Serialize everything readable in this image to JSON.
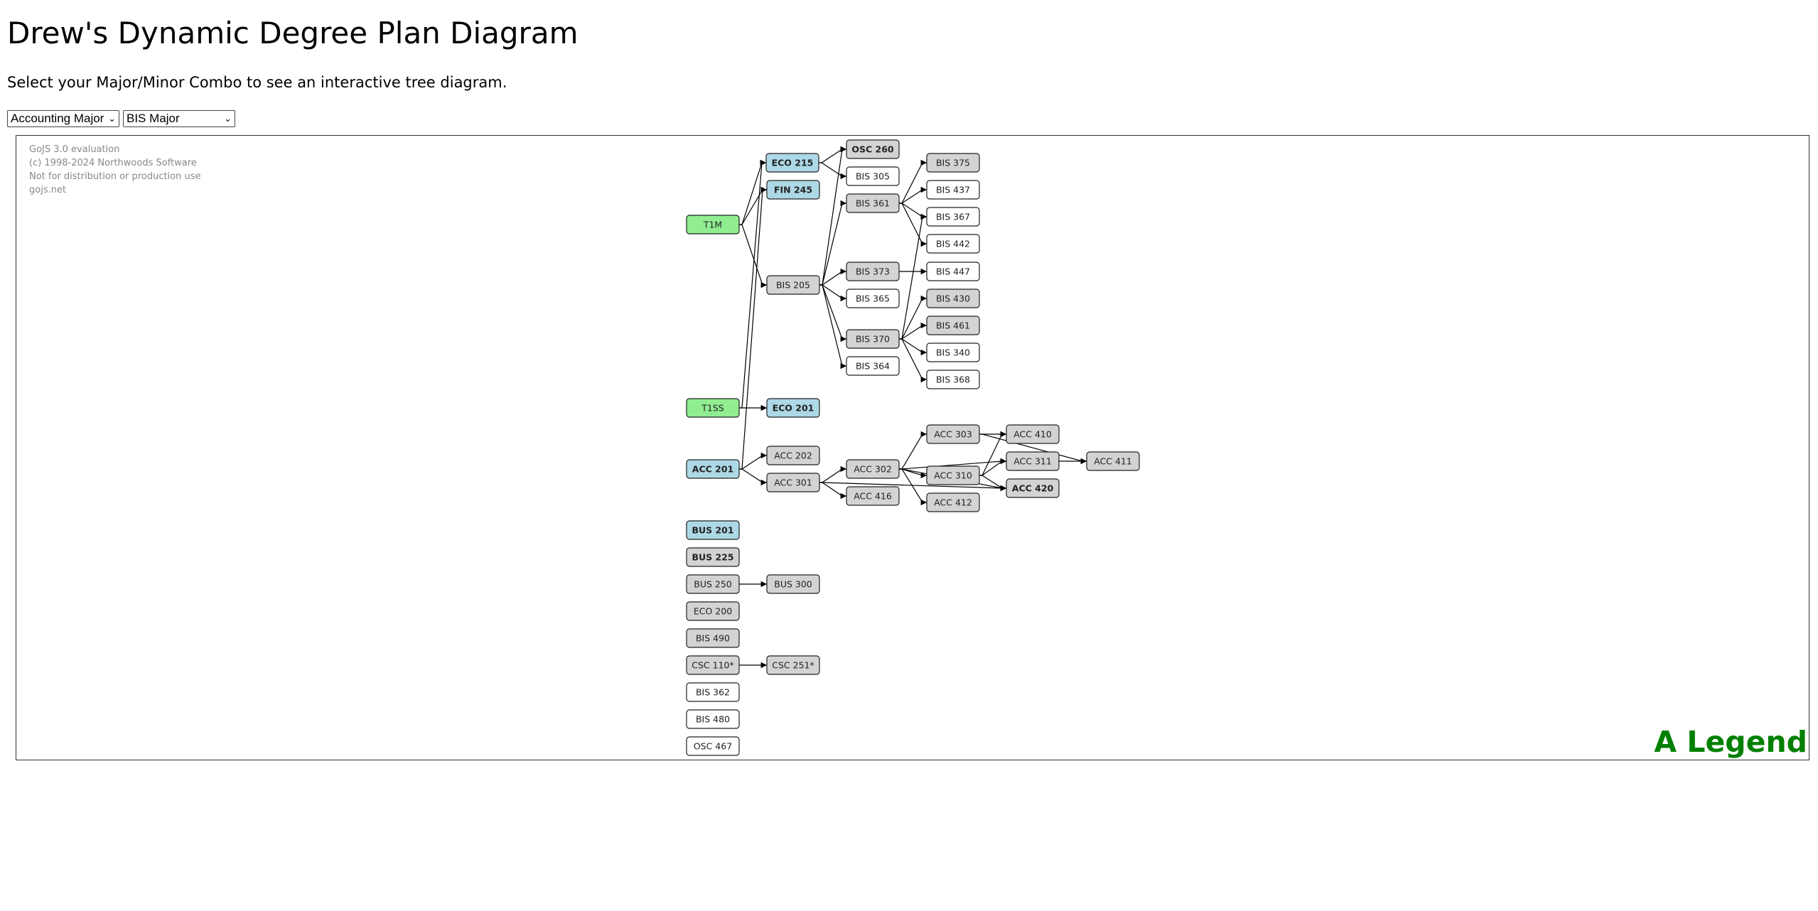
{
  "page": {
    "title": "Drew's Dynamic Degree Plan Diagram",
    "intro": "Select your Major/Minor Combo to see an interactive tree diagram."
  },
  "controls": {
    "major": "Accounting Major",
    "minor": "BIS Major"
  },
  "diagram": {
    "watermark": [
      "GoJS 3.0 evaluation",
      "(c) 1998-2024 Northwoods Software",
      "Not for distribution or production use",
      "gojs.net"
    ],
    "legend_label": "A Legend",
    "legend_color": "#008000",
    "colors": {
      "green": "#90ee90",
      "blue": "#add8e6",
      "gray": "#d3d3d3",
      "white": "#ffffff"
    },
    "nodes": [
      {
        "id": "T1M",
        "label": "T1M",
        "fill": "green",
        "bold": false
      },
      {
        "id": "T1SS",
        "label": "T1SS",
        "fill": "green",
        "bold": false
      },
      {
        "id": "ACC201",
        "label": "ACC 201",
        "fill": "blue",
        "bold": true
      },
      {
        "id": "BUS201",
        "label": "BUS 201",
        "fill": "blue",
        "bold": true
      },
      {
        "id": "BUS225",
        "label": "BUS 225",
        "fill": "gray",
        "bold": true
      },
      {
        "id": "BUS250",
        "label": "BUS 250",
        "fill": "gray",
        "bold": false
      },
      {
        "id": "ECO200",
        "label": "ECO 200",
        "fill": "gray",
        "bold": false
      },
      {
        "id": "BIS490",
        "label": "BIS 490",
        "fill": "gray",
        "bold": false
      },
      {
        "id": "CSC110",
        "label": "CSC 110*",
        "fill": "gray",
        "bold": false
      },
      {
        "id": "BIS362",
        "label": "BIS 362",
        "fill": "white",
        "bold": false
      },
      {
        "id": "BIS480",
        "label": "BIS 480",
        "fill": "white",
        "bold": false
      },
      {
        "id": "OSC467",
        "label": "OSC 467",
        "fill": "white",
        "bold": false
      },
      {
        "id": "ECO215",
        "label": "ECO 215",
        "fill": "blue",
        "bold": true
      },
      {
        "id": "FIN245",
        "label": "FIN 245",
        "fill": "blue",
        "bold": true
      },
      {
        "id": "BIS205",
        "label": "BIS 205",
        "fill": "gray",
        "bold": false
      },
      {
        "id": "ECO201",
        "label": "ECO 201",
        "fill": "blue",
        "bold": true
      },
      {
        "id": "ACC202",
        "label": "ACC 202",
        "fill": "gray",
        "bold": false
      },
      {
        "id": "ACC301",
        "label": "ACC 301",
        "fill": "gray",
        "bold": false
      },
      {
        "id": "BUS300",
        "label": "BUS 300",
        "fill": "gray",
        "bold": false
      },
      {
        "id": "CSC251",
        "label": "CSC 251*",
        "fill": "gray",
        "bold": false
      },
      {
        "id": "OSC260",
        "label": "OSC 260",
        "fill": "gray",
        "bold": true
      },
      {
        "id": "BIS305",
        "label": "BIS 305",
        "fill": "white",
        "bold": false
      },
      {
        "id": "BIS361",
        "label": "BIS 361",
        "fill": "gray",
        "bold": false
      },
      {
        "id": "BIS373",
        "label": "BIS 373",
        "fill": "gray",
        "bold": false
      },
      {
        "id": "BIS365",
        "label": "BIS 365",
        "fill": "white",
        "bold": false
      },
      {
        "id": "BIS370",
        "label": "BIS 370",
        "fill": "gray",
        "bold": false
      },
      {
        "id": "BIS364",
        "label": "BIS 364",
        "fill": "white",
        "bold": false
      },
      {
        "id": "ACC302",
        "label": "ACC 302",
        "fill": "gray",
        "bold": false
      },
      {
        "id": "ACC416",
        "label": "ACC 416",
        "fill": "gray",
        "bold": false
      },
      {
        "id": "BIS375",
        "label": "BIS 375",
        "fill": "gray",
        "bold": false
      },
      {
        "id": "BIS437",
        "label": "BIS 437",
        "fill": "white",
        "bold": false
      },
      {
        "id": "BIS367",
        "label": "BIS 367",
        "fill": "white",
        "bold": false
      },
      {
        "id": "BIS442",
        "label": "BIS 442",
        "fill": "white",
        "bold": false
      },
      {
        "id": "BIS447",
        "label": "BIS 447",
        "fill": "white",
        "bold": false
      },
      {
        "id": "BIS430",
        "label": "BIS 430",
        "fill": "gray",
        "bold": false
      },
      {
        "id": "BIS461",
        "label": "BIS 461",
        "fill": "gray",
        "bold": false
      },
      {
        "id": "BIS340",
        "label": "BIS 340",
        "fill": "white",
        "bold": false
      },
      {
        "id": "BIS368",
        "label": "BIS 368",
        "fill": "white",
        "bold": false
      },
      {
        "id": "ACC303",
        "label": "ACC 303",
        "fill": "gray",
        "bold": false
      },
      {
        "id": "ACC310",
        "label": "ACC 310",
        "fill": "gray",
        "bold": false
      },
      {
        "id": "ACC412",
        "label": "ACC 412",
        "fill": "gray",
        "bold": false
      },
      {
        "id": "ACC410",
        "label": "ACC 410",
        "fill": "gray",
        "bold": false
      },
      {
        "id": "ACC311",
        "label": "ACC 311",
        "fill": "gray",
        "bold": false
      },
      {
        "id": "ACC420",
        "label": "ACC 420",
        "fill": "gray",
        "bold": true
      },
      {
        "id": "ACC411",
        "label": "ACC 411",
        "fill": "gray",
        "bold": false
      }
    ],
    "links": [
      [
        "T1M",
        "ECO215"
      ],
      [
        "T1M",
        "FIN245"
      ],
      [
        "T1M",
        "BIS205"
      ],
      [
        "T1SS",
        "ECO201"
      ],
      [
        "T1SS",
        "ECO215"
      ],
      [
        "ACC201",
        "ACC202"
      ],
      [
        "ACC201",
        "ACC301"
      ],
      [
        "ACC201",
        "FIN245"
      ],
      [
        "BUS250",
        "BUS300"
      ],
      [
        "CSC110",
        "CSC251"
      ],
      [
        "ECO215",
        "OSC260"
      ],
      [
        "ECO215",
        "BIS305"
      ],
      [
        "BIS205",
        "BIS361"
      ],
      [
        "BIS205",
        "BIS373"
      ],
      [
        "BIS205",
        "BIS365"
      ],
      [
        "BIS205",
        "BIS370"
      ],
      [
        "BIS205",
        "BIS364"
      ],
      [
        "BIS205",
        "OSC260"
      ],
      [
        "ACC301",
        "ACC302"
      ],
      [
        "ACC301",
        "ACC416"
      ],
      [
        "ACC301",
        "ACC420"
      ],
      [
        "BIS361",
        "BIS375"
      ],
      [
        "BIS361",
        "BIS437"
      ],
      [
        "BIS361",
        "BIS367"
      ],
      [
        "BIS361",
        "BIS442"
      ],
      [
        "BIS373",
        "BIS447"
      ],
      [
        "BIS370",
        "BIS430"
      ],
      [
        "BIS370",
        "BIS461"
      ],
      [
        "BIS370",
        "BIS340"
      ],
      [
        "BIS370",
        "BIS368"
      ],
      [
        "BIS370",
        "BIS367"
      ],
      [
        "ACC302",
        "ACC303"
      ],
      [
        "ACC302",
        "ACC310"
      ],
      [
        "ACC302",
        "ACC412"
      ],
      [
        "ACC302",
        "ACC311"
      ],
      [
        "ACC302",
        "ACC420"
      ],
      [
        "ACC303",
        "ACC410"
      ],
      [
        "ACC303",
        "ACC411"
      ],
      [
        "ACC310",
        "ACC410"
      ],
      [
        "ACC310",
        "ACC311"
      ],
      [
        "ACC310",
        "ACC420"
      ],
      [
        "ACC311",
        "ACC411"
      ]
    ]
  }
}
